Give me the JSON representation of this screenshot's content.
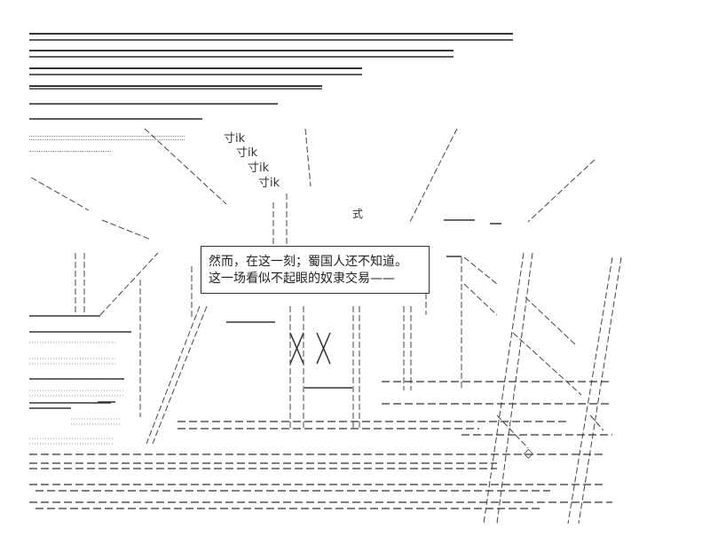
{
  "artwork": {
    "style": "ascii-art",
    "caption": {
      "lines": [
        "然而，在这一刻；蜀国人还不知道。",
        "这一场看似不起眼的奴隶交易——"
      ]
    },
    "labels": {
      "tik_marks": [
        "寸ik",
        "寸ik",
        "寸ik",
        "寸ik"
      ],
      "shiki": "式",
      "diamond": "◇"
    },
    "colors": {
      "background": "#ffffff",
      "ink": "#333333",
      "border": "#333333"
    }
  }
}
